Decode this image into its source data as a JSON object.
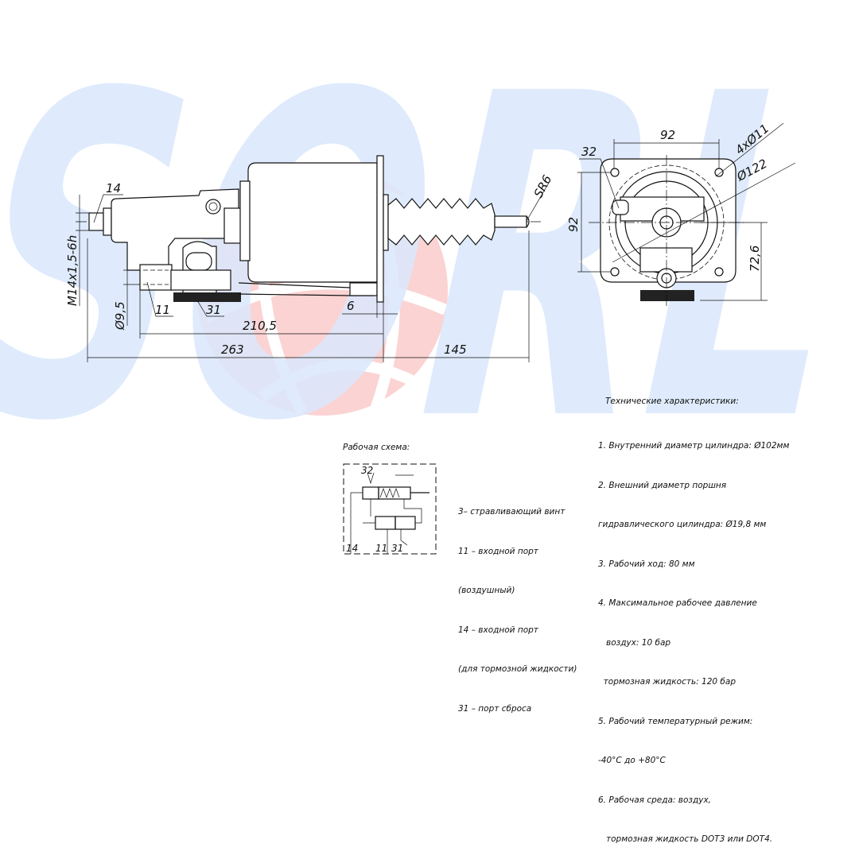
{
  "colors": {
    "watermark_blue": "#d9e8fb",
    "watermark_red": "#fbd3d3",
    "line": "#111111"
  },
  "watermark": "SORL",
  "side_view": {
    "labels": {
      "port_14": "14",
      "port_11": "11",
      "port_31": "31",
      "sphere": "SR6"
    },
    "dimensions": {
      "thread": "M14x1,5-6h",
      "diameter_port": "Ø9,5",
      "flange_thickness": "6",
      "length_to_flange": "210,5",
      "total_length": "263",
      "rod_length": "145"
    }
  },
  "front_view": {
    "labels": {
      "screw_32": "32"
    },
    "dimensions": {
      "width": "92",
      "height": "92",
      "holes": "4xØ11",
      "circle": "Ø122",
      "port_height": "72,6"
    }
  },
  "scheme": {
    "title": "Рабочая схема:",
    "port_labels": {
      "p32": "32",
      "p14": "14",
      "p11": "11",
      "p31": "31"
    },
    "legend": [
      "3– стравливающий винт",
      "11 – входной порт",
      "(воздушный)",
      "14 – входной порт",
      "(для тормозной жидкости)",
      "31 – порт сброса"
    ]
  },
  "specs": {
    "title": "Технические характеристики:",
    "lines": [
      "1. Внутренний диаметр цилиндра: Ø102мм",
      "2. Внешний диаметр поршня",
      "гидравлического цилиндра: Ø19,8 мм",
      "3. Рабочий ход: 80 мм",
      "4. Максимальное рабочее давление",
      "   воздух: 10 бар",
      "  тормозная жидкость: 120 бар",
      "5. Рабочий температурный режим:",
      "-40°С до +80°С",
      "6. Рабочая среда: воздух,",
      "   тормозная жидкость DOT3 или DOT4."
    ]
  }
}
